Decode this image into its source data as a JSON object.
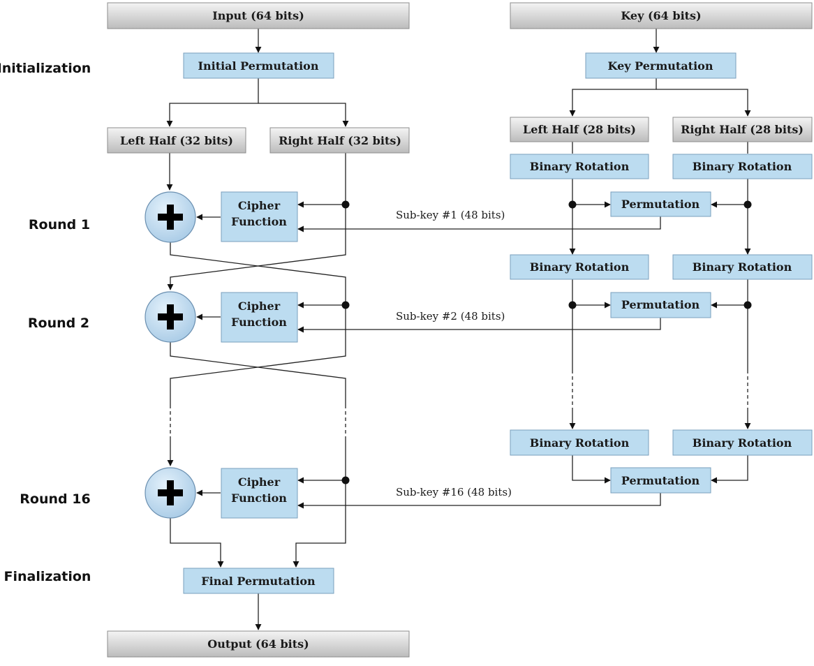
{
  "labels": {
    "input": "Input (64 bits)",
    "key": "Key (64 bits)",
    "output": "Output (64 bits)",
    "initial_permutation": "Initial Permutation",
    "final_permutation": "Final Permutation",
    "key_permutation": "Key Permutation",
    "left_half_data": "Left Half (32 bits)",
    "right_half_data": "Right Half (32 bits)",
    "left_half_key": "Left Half (28 bits)",
    "right_half_key": "Right Half (28 bits)",
    "cipher_function_line1": "Cipher",
    "cipher_function_line2": "Function",
    "binary_rotation": "Binary Rotation",
    "permutation": "Permutation"
  },
  "stages": {
    "initialization": "Initialization",
    "round1": "Round 1",
    "round2": "Round 2",
    "round16": "Round 16",
    "finalization": "Finalization"
  },
  "subkeys": {
    "round1": "Sub-key #1 (48 bits)",
    "round2": "Sub-key #2 (48 bits)",
    "round16": "Sub-key #16 (48 bits)"
  },
  "colors": {
    "box_fill": "#bcdcf0",
    "gray_top": "#f2f2f2",
    "gray_bottom": "#bdbdbd"
  }
}
